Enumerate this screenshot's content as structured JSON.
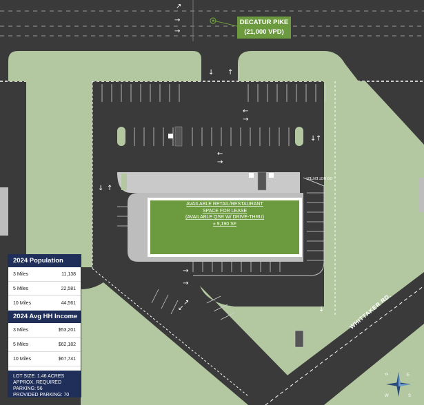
{
  "callout": {
    "road": "DECATUR PIKE",
    "traffic": "(21,000 VPD)"
  },
  "building": {
    "line1": "AVAILABLE RETAIL/RESTAURANT",
    "line2": "SPACE FOR LEASE",
    "line3": "(AVAILABLE QSR W/ DRIVE-THRU)",
    "line4": "± 9,190 SF",
    "drive_thru_text": "DO NOT ENTER"
  },
  "roads": {
    "side_road": "WHITTAKER RD."
  },
  "stats": {
    "population": {
      "title": "2024 Population",
      "rows": [
        {
          "label": "3 Miles",
          "value": "11,138"
        },
        {
          "label": "5 Miles",
          "value": "22,581"
        },
        {
          "label": "10 Miles",
          "value": "44,561"
        }
      ]
    },
    "income": {
      "title": "2024 Avg HH Income",
      "rows": [
        {
          "label": "3 Miles",
          "value": "$53,201"
        },
        {
          "label": "5 Miles",
          "value": "$62,182"
        },
        {
          "label": "10 Miles",
          "value": "$67,741"
        }
      ]
    },
    "footer": {
      "line1": "LOT SIZE: 1.46 ACRES",
      "line2": "APPROX. REQUIRED",
      "line3": "PARKING: 56",
      "line4": "PROVIDED PARKING: 70"
    }
  },
  "compass": {
    "n": "N",
    "e": "E",
    "s": "S",
    "w": "W"
  },
  "colors": {
    "asphalt": "#3a3a3a",
    "grass": "#b3c7a0",
    "building": "#6c9a3e",
    "panel": "#1f2f5a",
    "curb": "#c9c9c9"
  }
}
